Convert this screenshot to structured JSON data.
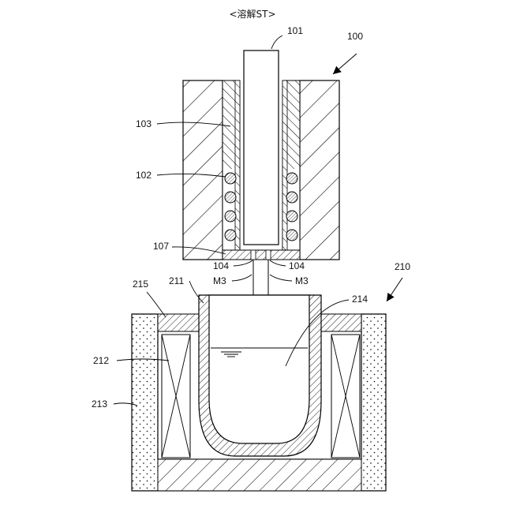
{
  "title": "<溶解ST>",
  "labels": {
    "l100": "100",
    "l101": "101",
    "l102": "102",
    "l103": "103",
    "l104a": "104",
    "l104b": "104",
    "l107": "107",
    "l210": "210",
    "l211": "211",
    "l212": "212",
    "l213": "213",
    "l214": "214",
    "l215": "215",
    "m3a": "M3",
    "m3b": "M3"
  }
}
